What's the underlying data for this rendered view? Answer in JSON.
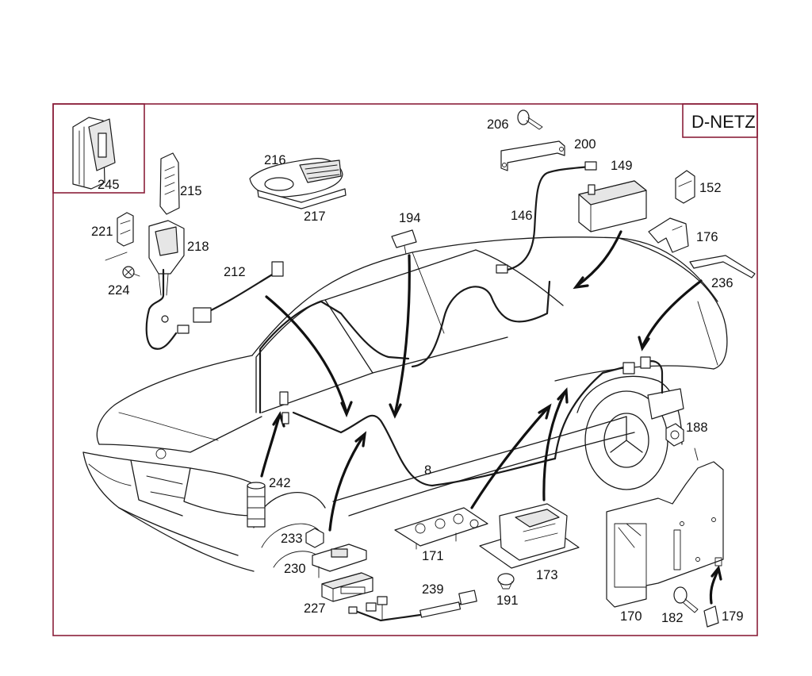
{
  "network_label": "D-NETZ",
  "labels": {
    "p245": "245",
    "p215": "215",
    "p216": "216",
    "p217": "217",
    "p221": "221",
    "p218": "218",
    "p224": "224",
    "p212": "212",
    "p194": "194",
    "p206": "206",
    "p200": "200",
    "p149": "149",
    "p146": "146",
    "p152": "152",
    "p176": "176",
    "p236": "236",
    "p188": "188",
    "p8": "8",
    "p242": "242",
    "p233": "233",
    "p230": "230",
    "p227": "227",
    "p171": "171",
    "p239": "239",
    "p191": "191",
    "p173": "173",
    "p170": "170",
    "p182": "182",
    "p179": "179"
  }
}
